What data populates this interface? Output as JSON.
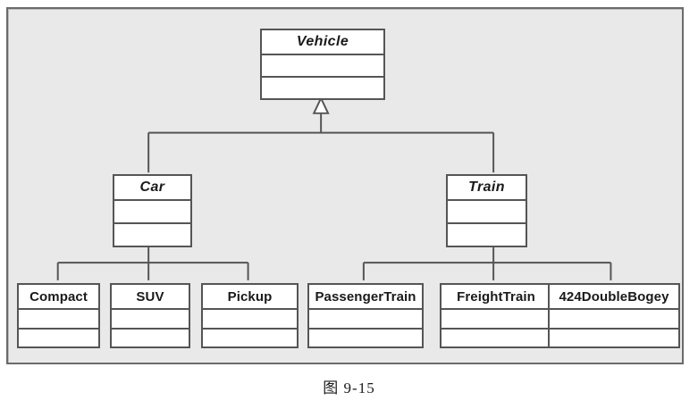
{
  "figure": {
    "caption": "图 9-15",
    "background_color": "#e9e9e9",
    "border_color": "#6b6b6b",
    "box_fill_color": "#ffffff",
    "line_color": "#555555"
  },
  "diagram": {
    "type": "uml-class-diagram",
    "relationship": "generalization",
    "classes": {
      "vehicle": {
        "name": "Vehicle",
        "abstract": true,
        "attributes": [],
        "operations": []
      },
      "car": {
        "name": "Car",
        "abstract": true,
        "attributes": [],
        "operations": []
      },
      "train": {
        "name": "Train",
        "abstract": true,
        "attributes": [],
        "operations": []
      },
      "compact": {
        "name": "Compact",
        "abstract": false,
        "attributes": [],
        "operations": []
      },
      "suv": {
        "name": "SUV",
        "abstract": false,
        "attributes": [],
        "operations": []
      },
      "pickup": {
        "name": "Pickup",
        "abstract": false,
        "attributes": [],
        "operations": []
      },
      "passengertrain": {
        "name": "PassengerTrain",
        "abstract": false,
        "attributes": [],
        "operations": []
      },
      "freighttrain": {
        "name": "FreightTrain",
        "abstract": false,
        "attributes": [],
        "operations": []
      },
      "doublebogey": {
        "name": "424DoubleBogey",
        "abstract": false,
        "attributes": [],
        "operations": []
      }
    },
    "generalizations": [
      {
        "child": "Car",
        "parent": "Vehicle"
      },
      {
        "child": "Train",
        "parent": "Vehicle"
      },
      {
        "child": "Compact",
        "parent": "Car"
      },
      {
        "child": "SUV",
        "parent": "Car"
      },
      {
        "child": "Pickup",
        "parent": "Car"
      },
      {
        "child": "PassengerTrain",
        "parent": "Train"
      },
      {
        "child": "FreightTrain",
        "parent": "Train"
      },
      {
        "child": "424DoubleBogey",
        "parent": "Train"
      }
    ]
  }
}
